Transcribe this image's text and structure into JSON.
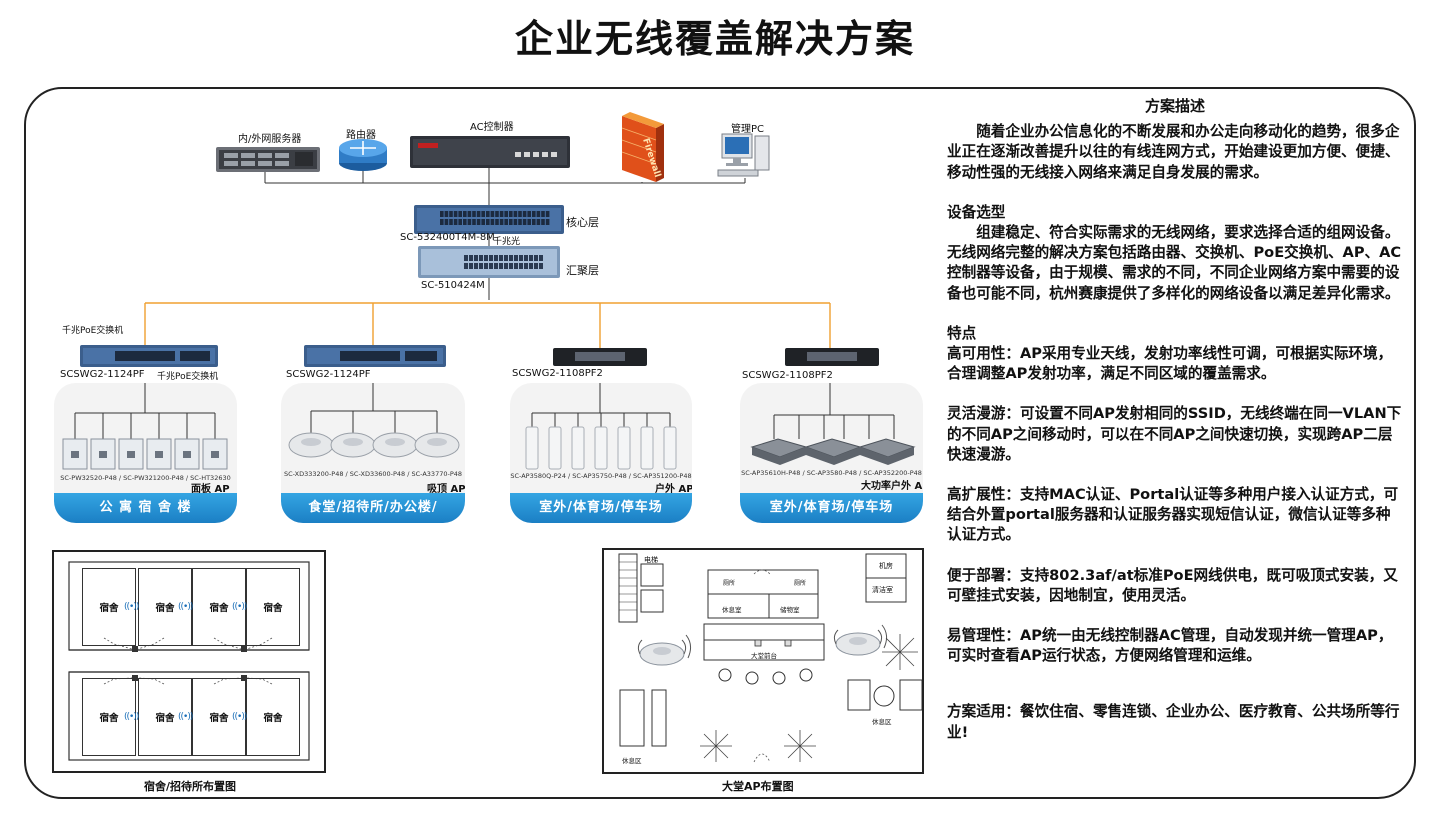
{
  "title": "企业无线覆盖解决方案",
  "topology": {
    "devices": {
      "server": "内/外网服务器",
      "router": "路由器",
      "ac": "AC控制器",
      "firewall": "Firewall",
      "pc": "管理PC",
      "core_model": "SC-532400T4M-8M",
      "core_layer": "核心层",
      "fiber": "千兆光",
      "agg_model": "SC-510424M",
      "agg_layer": "汇聚层",
      "poe_note": "千兆PoE交换机"
    },
    "branches": [
      {
        "switch": "SCSWG2-1124PF",
        "switch_note": "千兆PoE交换机",
        "models": "SC-PW32520-P48 / SC-PW321200-P48 / SC-HT32630",
        "ap_type": "面板 AP",
        "zone": "公 寓 宿 舍 楼"
      },
      {
        "switch": "SCSWG2-1124PF",
        "switch_note": "",
        "models": "SC-XD333200-P48 / SC-XD33600-P48 / SC-A33770-P48",
        "ap_type": "吸顶 AP",
        "zone": "食堂/招待所/办公楼/"
      },
      {
        "switch": "SCSWG2-1108PF2",
        "switch_note": "",
        "models": "SC-AP3580Q-P24 / SC-AP35750-P48 / SC-AP351200-P48",
        "ap_type": "户外 AP",
        "zone": "室外/体育场/停车场"
      },
      {
        "switch": "SCSWG2-1108PF2",
        "switch_note": "",
        "models": "SC-AP35610H-P48 / SC-AP3580-P48 / SC-AP352200-P48",
        "ap_type": "大功率户外 AP",
        "zone": "室外/体育场/停车场"
      }
    ]
  },
  "dorm_plan": {
    "room": "宿舍",
    "caption": "宿舍/招待所布置图"
  },
  "lobby_plan": {
    "elevator": "电梯",
    "machine_room": "机房",
    "cleaning_room": "清洁室",
    "restroom": "厕所",
    "rest_room": "休息室",
    "storage_room": "储物室",
    "front_desk": "大堂前台",
    "rest_area": "休息区",
    "caption": "大堂AP布置图"
  },
  "description": {
    "heading": "方案描述",
    "intro": "随着企业办公信息化的不断发展和办公走向移动化的趋势，很多企业正在逐渐改善提升以往的有线连网方式，开始建设更加方便、便捷、移动性强的无线接入网络来满足自身发展的需求。",
    "selection_title": "设备选型",
    "selection_text": "组建稳定、符合实际需求的无线网络，要求选择合适的组网设备。无线网络完整的解决方案包括路由器、交换机、PoE交换机、AP、AC控制器等设备，由于规模、需求的不同，不同企业网络方案中需要的设备也可能不同，杭州赛康提供了多样化的网络设备以满足差异化需求。",
    "features_title": "特点",
    "features": [
      "高可用性：AP采用专业天线，发射功率线性可调，可根据实际环境，合理调整AP发射功率，满足不同区域的覆盖需求。",
      "灵活漫游：可设置不同AP发射相同的SSID，无线终端在同一VLAN下的不同AP之间移动时，可以在不同AP之间快速切换，实现跨AP二层快速漫游。",
      "高扩展性：支持MAC认证、Portal认证等多种用户接入认证方式，可结合外置portal服务器和认证服务器实现短信认证，微信认证等多种认证方式。",
      "便于部署：支持802.3af/at标准PoE网线供电，既可吸顶式安装，又可壁挂式安装，因地制宜，使用灵活。",
      "易管理性：AP统一由无线控制器AC管理，自动发现并统一管理AP，可实时查看AP运行状态，方便网络管理和运维。"
    ],
    "applicable": "方案适用：餐饮住宿、零售连锁、企业办公、医疗教育、公共场所等行业!"
  },
  "colors": {
    "bar_blue": "#1f8fd6",
    "uplink_orange": "#f0a030",
    "switch_blue": "#3b5e8c"
  }
}
